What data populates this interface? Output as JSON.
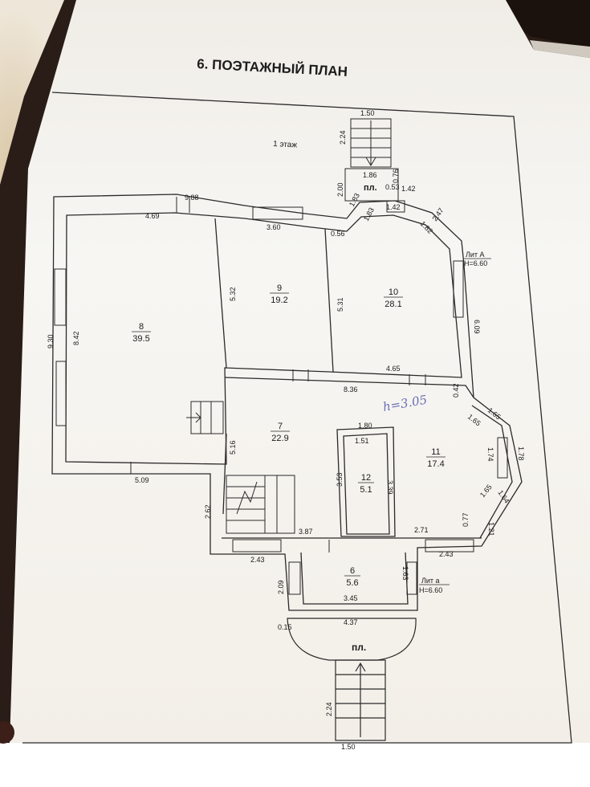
{
  "document": {
    "title": "6. ПОЭТАЖНЫЙ ПЛАН",
    "floor_label": "1 этаж",
    "handwritten_note": "h=3.05"
  },
  "rooms": {
    "r8": {
      "number": "8",
      "area": "39.5"
    },
    "r9": {
      "number": "9",
      "area": "19.2"
    },
    "r10": {
      "number": "10",
      "area": "28.1"
    },
    "r7": {
      "number": "7",
      "area": "22.9"
    },
    "r11": {
      "number": "11",
      "area": "17.4"
    },
    "r12": {
      "number": "12",
      "area": "5.1"
    },
    "r6": {
      "number": "6",
      "area": "5.6"
    }
  },
  "platforms": {
    "top": "пл.",
    "bottom": "пл."
  },
  "lit": {
    "A_name": "Лит А",
    "A_height": "H=6.60",
    "a_name": "Лит а",
    "a_height": "H=6.60"
  },
  "dimensions": {
    "d_1_50_top": "1.50",
    "d_2_24_top": "2.24",
    "d_1_86": "1.86",
    "d_0_76": "0.76",
    "d_2_00": "2.00",
    "d_0_53": "0.53",
    "d_1_42a": "1.42",
    "d_1_42b": "1.42",
    "d_1_83a": "1.83",
    "d_1_83b": "1.83",
    "d_2_47": "2.47",
    "d_1_82": "1.82",
    "d_9_88": "9.88",
    "d_4_69": "4.69",
    "d_3_60": "3.60",
    "d_0_56": "0.56",
    "d_5_32": "5.32",
    "d_5_31": "5.31",
    "d_6_09": "6.09",
    "d_9_30": "9.30",
    "d_8_42": "8.42",
    "d_4_65": "4.65",
    "d_8_36": "8.36",
    "d_0_42": "0.42",
    "d_1_65a": "1.65",
    "d_1_65b": "1.65",
    "d_1_80": "1.80",
    "d_1_51": "1.51",
    "d_1_74": "1.74",
    "d_1_78": "1.78",
    "d_5_16": "5.16",
    "d_3_53": "3.53",
    "d_3_39": "3.39",
    "d_1_65c": "1.65",
    "d_1_64": "1.64",
    "d_5_09": "5.09",
    "d_2_62": "2.62",
    "d_0_77": "0.77",
    "d_1_21": "1.21",
    "d_3_87": "3.87",
    "d_2_71": "2.71",
    "d_2_43a": "2.43",
    "d_2_43b": "2.43",
    "d_2_09": "2.09",
    "d_1_63": "1.63",
    "d_3_45": "3.45",
    "d_0_15": "0.15",
    "d_4_37": "4.37",
    "d_2_24_bottom": "2.24",
    "d_1_50_bottom": "1.50"
  }
}
